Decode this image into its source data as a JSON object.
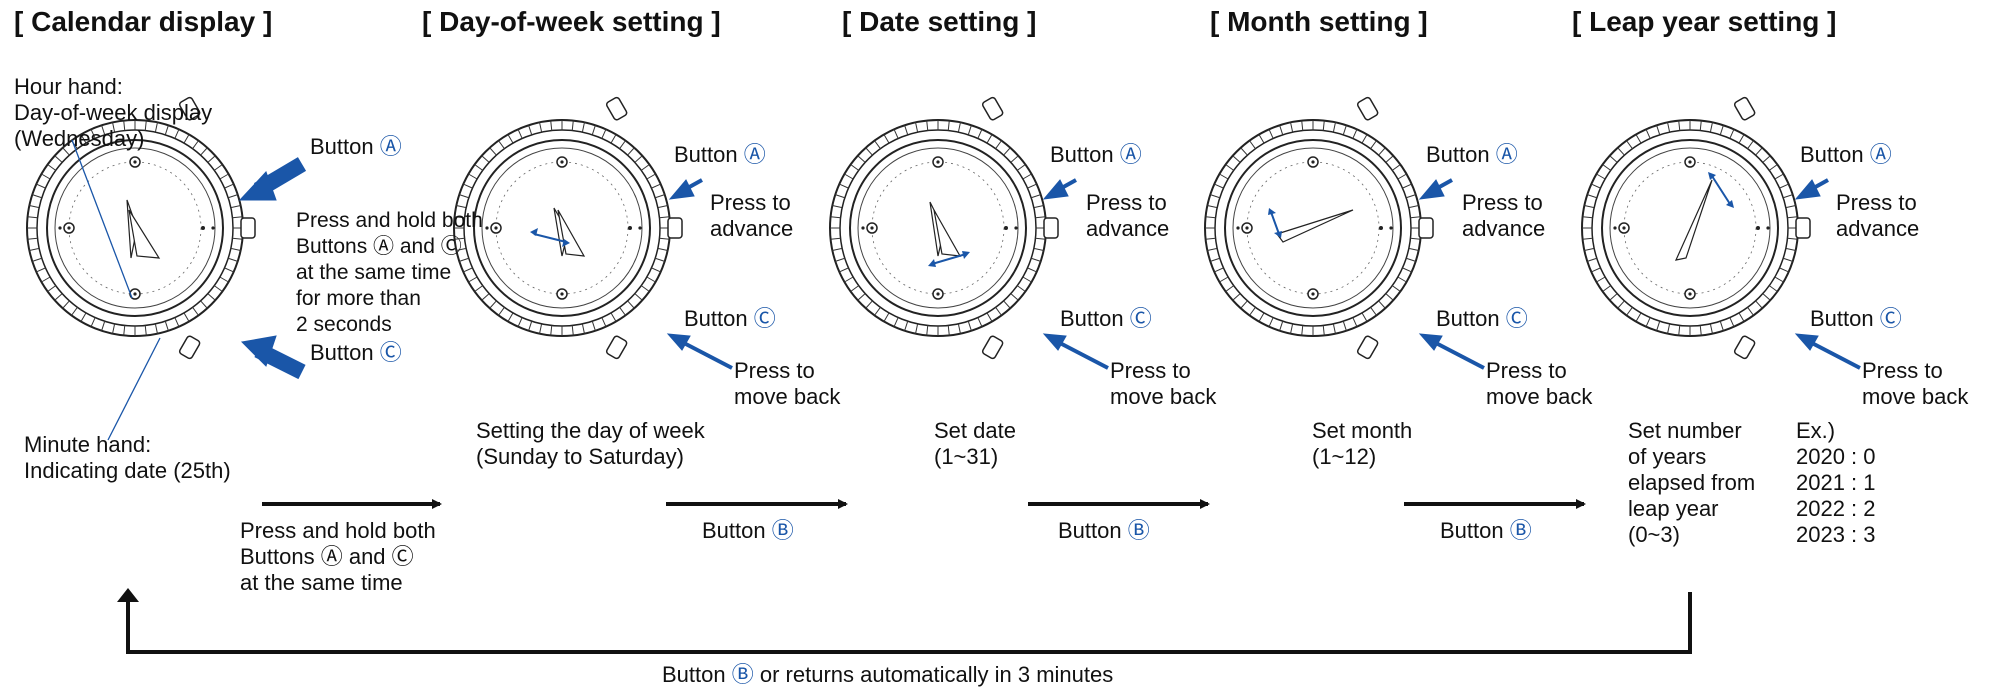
{
  "headers": {
    "calendar_display": "[ Calendar display ]",
    "day_of_week_setting": "[ Day-of-week setting ]",
    "date_setting": "[ Date setting ]",
    "month_setting": "[ Month setting ]",
    "leap_year_setting": "[ Leap year setting ]"
  },
  "calendar_display": {
    "hour_hand_label": "Hour hand:\nDay-of-week display\n(Wednesday)",
    "minute_hand_label": "Minute hand:\nIndicating date (25th)",
    "button_a_label": "Button",
    "button_c_label": "Button",
    "press_hold_both_2s": "Press and hold both\nButtons Ⓐ and Ⓒ\nat the same time\nfor more than\n2 seconds"
  },
  "button_labels": {
    "button_a": "Button",
    "button_c": "Button",
    "button_b": "Button",
    "circle_a": "Ⓐ",
    "circle_b": "Ⓑ",
    "circle_c": "Ⓒ"
  },
  "actions": {
    "press_to_advance": "Press to\nadvance",
    "press_to_move_back": "Press to\nmove back"
  },
  "descriptions": {
    "day_of_week": "Setting the day of week\n(Sunday to Saturday)",
    "date": "Set date\n(1~31)",
    "month": "Set month\n(1~12)",
    "leap_year": "Set number\nof years\nelapsed from\nleap year\n(0~3)",
    "leap_year_example": "Ex.)\n2020 : 0\n2021 : 1\n2022 : 2\n2023 : 3"
  },
  "transitions": {
    "press_hold_both": "Press and hold both\nButtons Ⓐ and Ⓒ\nat the same time",
    "button_b_suffix": "Button",
    "return_text": "or returns automatically in 3 minutes"
  },
  "colors": {
    "arrow_blue": "#1a56a8",
    "line_black": "#111111"
  }
}
